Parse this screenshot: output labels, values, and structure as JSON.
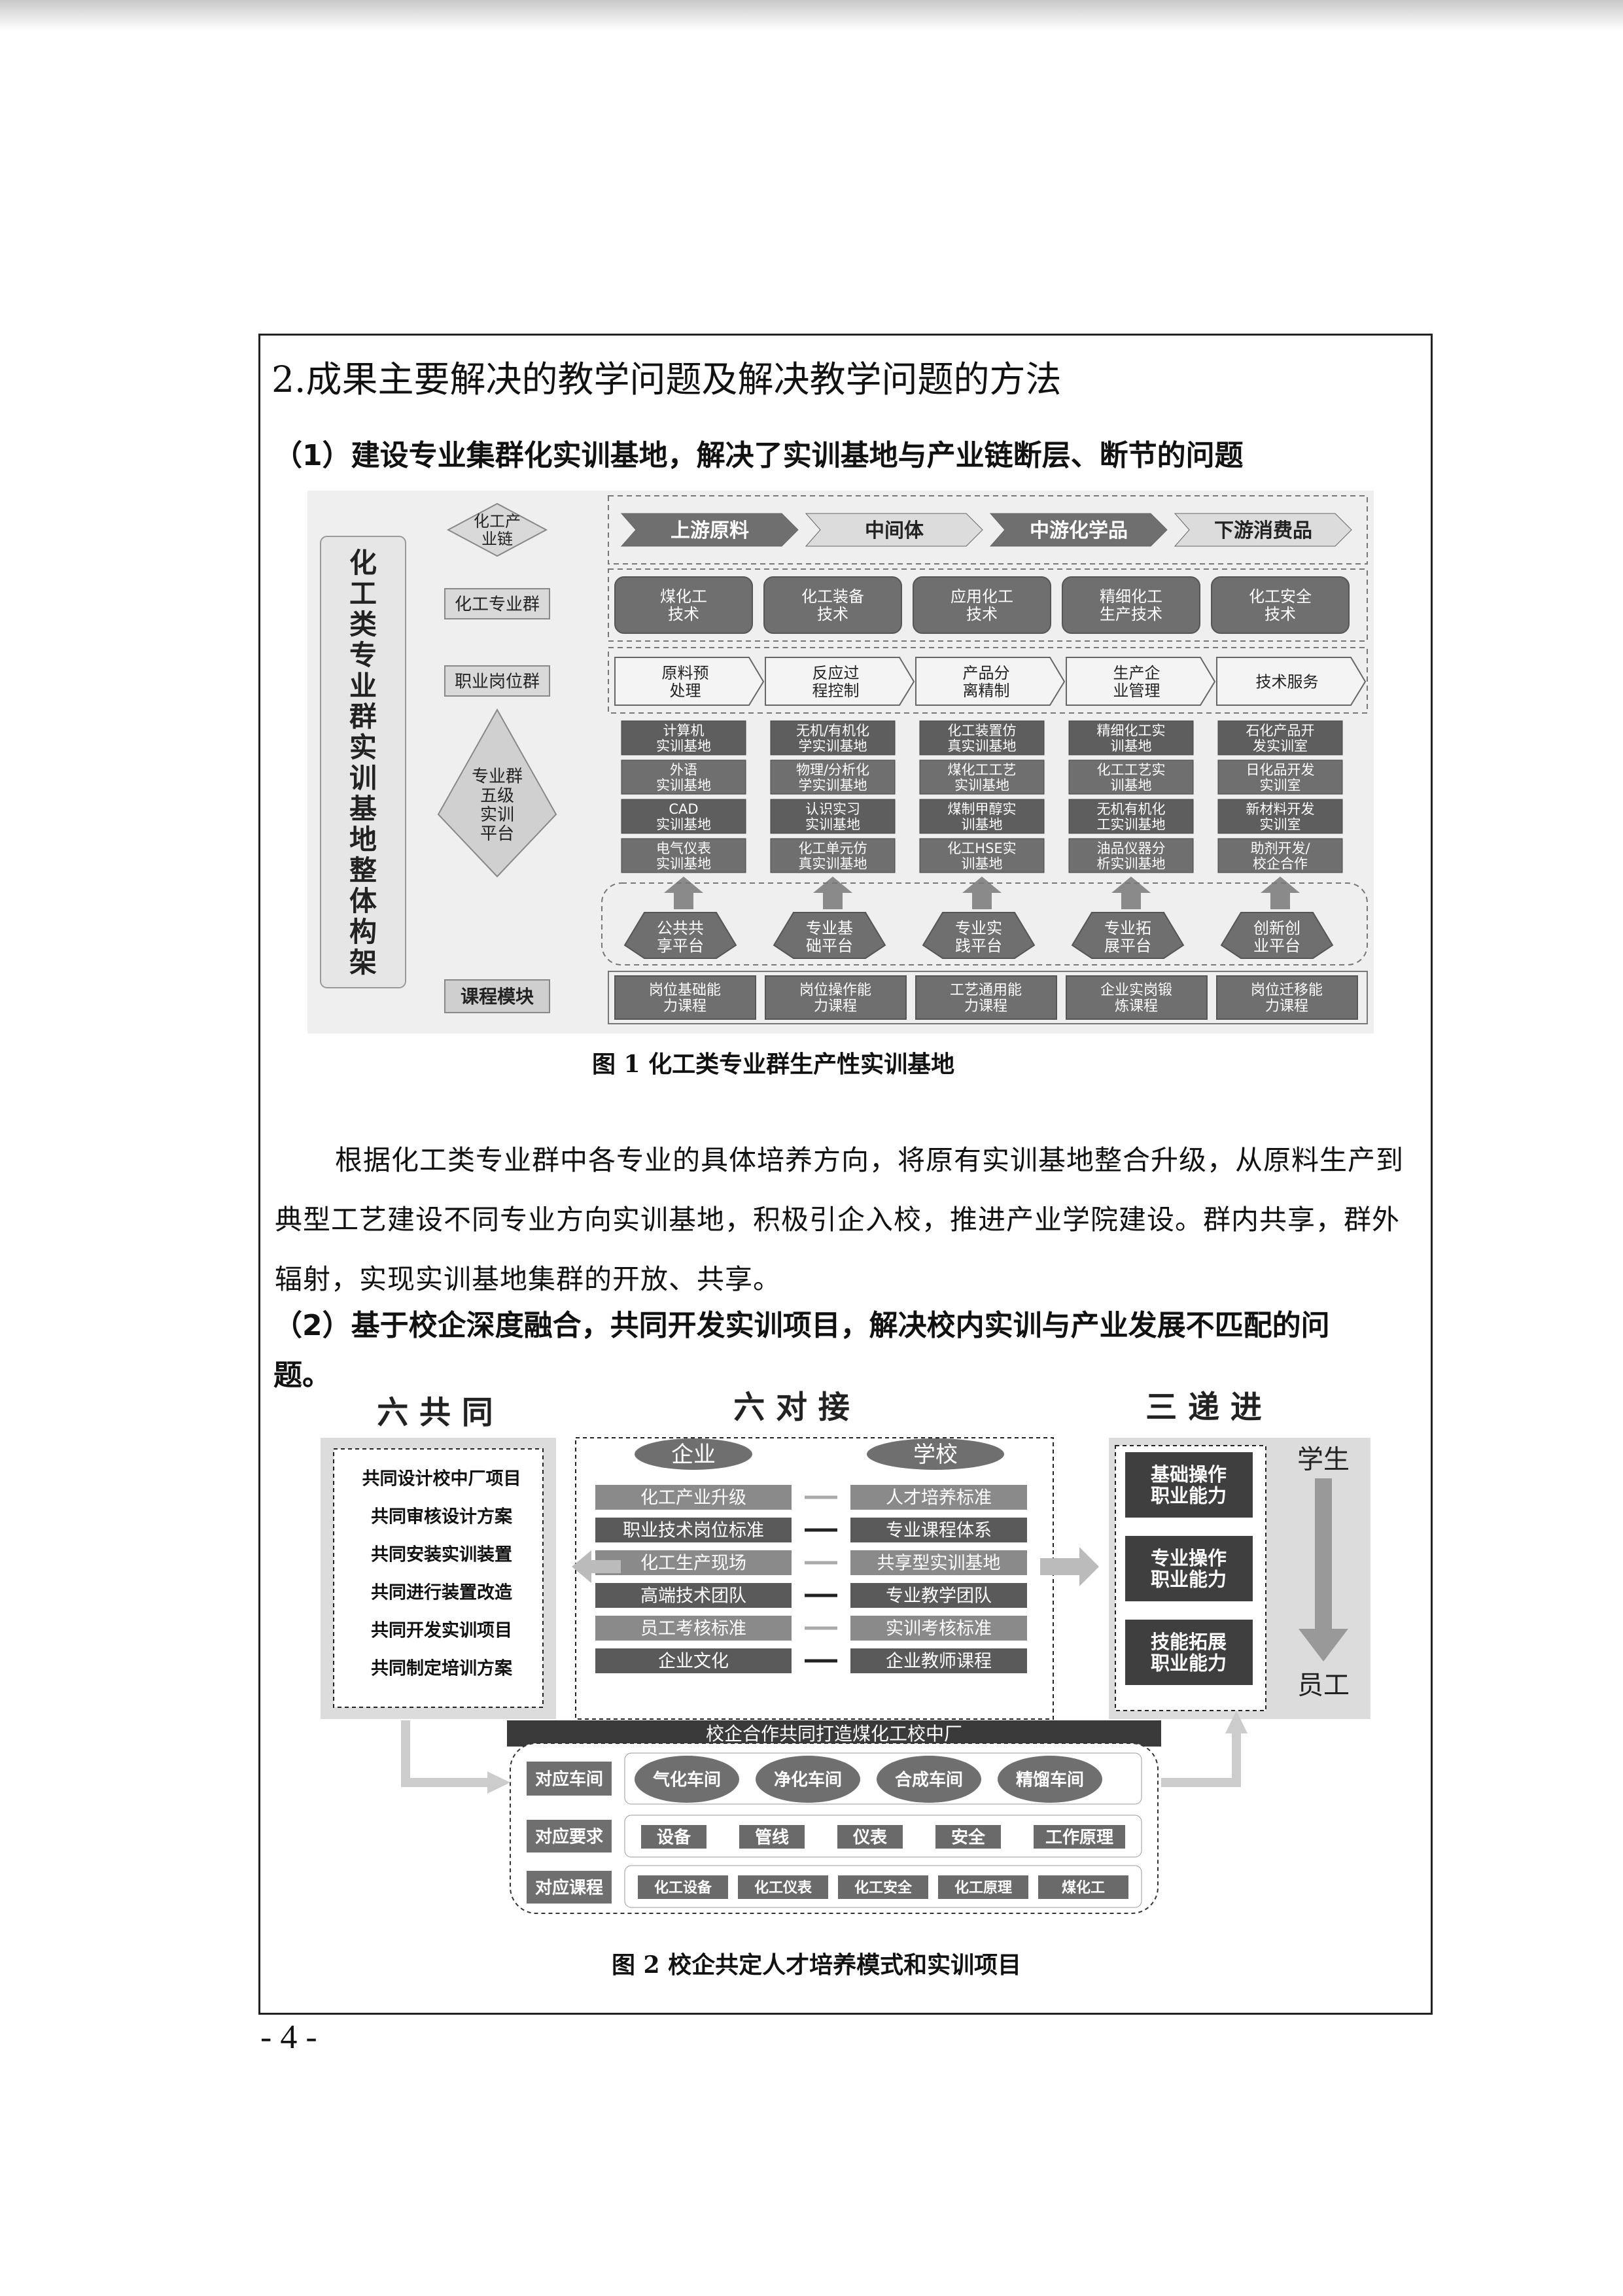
{
  "section_title": "2.成果主要解决的教学问题及解决教学问题的方法",
  "sub1": "（1）建设专业集群化实训基地，解决了实训基地与产业链断层、断节的问题",
  "fig1": {
    "vertical_title": [
      "化",
      "工",
      "类",
      "专",
      "业",
      "群",
      "实",
      "训",
      "基",
      "地",
      "整",
      "体",
      "构",
      "架"
    ],
    "row_labels": {
      "chain": [
        "化工产",
        "业链"
      ],
      "group": "化工专业群",
      "post": "职业岗位群",
      "platform": [
        "专业群",
        "五级",
        "实训",
        "平台"
      ],
      "course": "课程模块"
    },
    "chain": [
      "上游原料",
      "中间体",
      "中游化学品",
      "下游消费品"
    ],
    "majors": [
      [
        "煤化工",
        "技术"
      ],
      [
        "化工装备",
        "技术"
      ],
      [
        "应用化工",
        "技术"
      ],
      [
        "精细化工",
        "生产技术"
      ],
      [
        "化工安全",
        "技术"
      ]
    ],
    "posts": [
      [
        "原料预",
        "处理"
      ],
      [
        "反应过",
        "程控制"
      ],
      [
        "产品分",
        "离精制"
      ],
      [
        "生产企",
        "业管理"
      ],
      [
        "技术服务"
      ]
    ],
    "bases": [
      [
        [
          "计算机",
          "实训基地"
        ],
        [
          "外语",
          "实训基地"
        ],
        [
          "CAD",
          "实训基地"
        ],
        [
          "电气仪表",
          "实训基地"
        ]
      ],
      [
        [
          "无机/有机化",
          "学实训基地"
        ],
        [
          "物理/分析化",
          "学实训基地"
        ],
        [
          "认识实习",
          "实训基地"
        ],
        [
          "化工单元仿",
          "真实训基地"
        ]
      ],
      [
        [
          "化工装置仿",
          "真实训基地"
        ],
        [
          "煤化工工艺",
          "实训基地"
        ],
        [
          "煤制甲醇实",
          "训基地"
        ],
        [
          "化工HSE实",
          "训基地"
        ]
      ],
      [
        [
          "精细化工实",
          "训基地"
        ],
        [
          "化工工艺实",
          "训基地"
        ],
        [
          "无机有机化",
          "工实训基地"
        ],
        [
          "油品仪器分",
          "析实训基地"
        ]
      ],
      [
        [
          "石化产品开",
          "发实训室"
        ],
        [
          "日化品开发",
          "实训室"
        ],
        [
          "新材料开发",
          "实训室"
        ],
        [
          "助剂开发/",
          "校企合作"
        ]
      ]
    ],
    "platforms": [
      [
        "公共共",
        "享平台"
      ],
      [
        "专业基",
        "础平台"
      ],
      [
        "专业实",
        "践平台"
      ],
      [
        "专业拓",
        "展平台"
      ],
      [
        "创新创",
        "业平台"
      ]
    ],
    "courses": [
      [
        "岗位基础能",
        "力课程"
      ],
      [
        "岗位操作能",
        "力课程"
      ],
      [
        "工艺通用能",
        "力课程"
      ],
      [
        "企业实岗锻",
        "炼课程"
      ],
      [
        "岗位迁移能",
        "力课程"
      ]
    ]
  },
  "caption1": "图 1  化工类专业群生产性实训基地",
  "paragraph": "根据化工类专业群中各专业的具体培养方向，将原有实训基地整合升级，从原料生产到典型工艺建设不同专业方向实训基地，积极引企入校，推进产业学院建设。群内共享，群外辐射，实现实训基地集群的开放、共享。",
  "sub2_line1": "（2）基于校企深度融合，共同开发实训项目，解决校内实训与产业发展不匹配的问",
  "sub2_line2": "题。",
  "fig2": {
    "head_left": "六 共 同",
    "head_mid": "六 对 接",
    "head_right": "三 递 进",
    "six_common": [
      "共同设计校中厂项目",
      "共同审核设计方案",
      "共同安装实训装置",
      "共同进行装置改造",
      "共同开发实训项目",
      "共同制定培训方案"
    ],
    "enterprise": "企业",
    "school": "学校",
    "left_col": [
      "化工产业升级",
      "职业技术岗位标准",
      "化工生产现场",
      "高端技术团队",
      "员工考核标准",
      "企业文化"
    ],
    "right_col": [
      "人才培养标准",
      "专业课程体系",
      "共享型实训基地",
      "专业教学团队",
      "实训考核标准",
      "企业教师课程"
    ],
    "steps": [
      [
        "基础操作",
        "职业能力"
      ],
      [
        "专业操作",
        "职业能力"
      ],
      [
        "技能拓展",
        "职业能力"
      ]
    ],
    "student": "学生",
    "employee": "员工",
    "banner": "校企合作共同打造煤化工校中厂",
    "rows": {
      "workshop_label": "对应车间",
      "workshops": [
        "气化车间",
        "净化车间",
        "合成车间",
        "精馏车间"
      ],
      "req_label": "对应要求",
      "reqs": [
        "设备",
        "管线",
        "仪表",
        "安全",
        "工作原理"
      ],
      "course_label": "对应课程",
      "courses": [
        "化工设备",
        "化工仪表",
        "化工安全",
        "化工原理",
        "煤化工"
      ]
    }
  },
  "caption2": "图 2  校企共定人才培养模式和实训项目",
  "page_number": "- 4 -",
  "colors": {
    "box": "#6f6f6f",
    "box_light": "#e2e2e2",
    "panel": "#efefef"
  }
}
